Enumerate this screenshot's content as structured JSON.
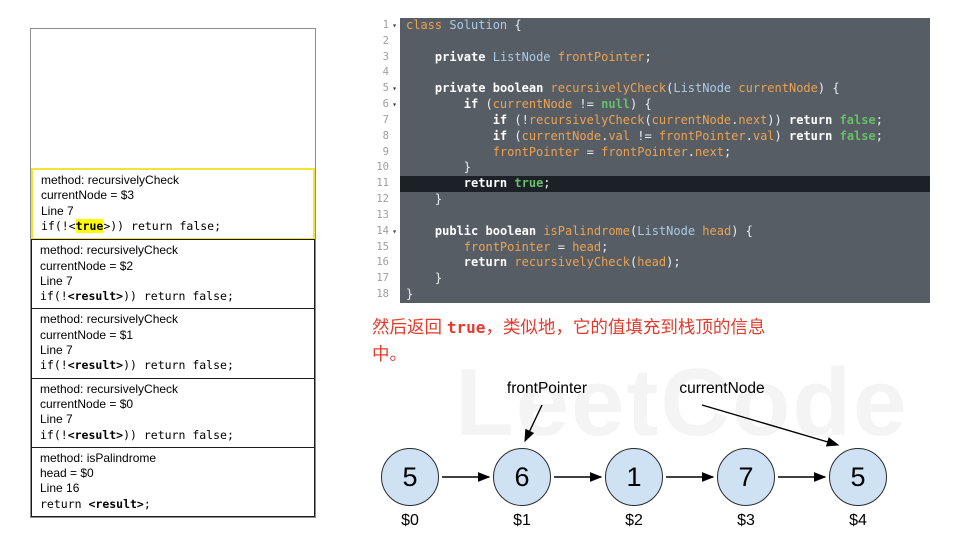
{
  "colors": {
    "editor_background": "#565d64",
    "editor_highlight_line": "#1c2127",
    "active_frame_border": "#f2e336",
    "value_highlight": "#ffff00",
    "caption_red": "#e43b2e",
    "node_fill": "#cfe2f3"
  },
  "stack": {
    "frames": [
      {
        "method": "method: recursivelyCheck",
        "variable": "currentNode = $3",
        "line": "Line 7",
        "code": {
          "pre": "if(!<",
          "mid": "true",
          "post": ">)) return false;"
        }
      },
      {
        "method": "method: recursivelyCheck",
        "variable": "currentNode = $2",
        "line": "Line 7",
        "code": {
          "pre": "if(!",
          "mid": "<result>",
          "post": ")) return false;"
        }
      },
      {
        "method": "method: recursivelyCheck",
        "variable": "currentNode = $1",
        "line": "Line 7",
        "code": {
          "pre": "if(!",
          "mid": "<result>",
          "post": ")) return false;"
        }
      },
      {
        "method": "method: recursivelyCheck",
        "variable": "currentNode = $0",
        "line": "Line 7",
        "code": {
          "pre": "if(!",
          "mid": "<result>",
          "post": ")) return false;"
        }
      },
      {
        "method": "method: isPalindrome",
        "variable": "head = $0",
        "line": "Line 16",
        "code": {
          "pre": "return ",
          "mid": "<result>",
          "post": ";"
        }
      }
    ]
  },
  "editor": {
    "highlight_line": 11,
    "lines": [
      {
        "n": 1,
        "fold": true,
        "tokens": [
          [
            "class",
            "id"
          ],
          [
            " ",
            "pl"
          ],
          [
            "Solution",
            "type"
          ],
          [
            " {",
            "pl"
          ]
        ]
      },
      {
        "n": 2,
        "tokens": []
      },
      {
        "n": 3,
        "tokens": [
          [
            "    ",
            "pl"
          ],
          [
            "private",
            "kw"
          ],
          [
            " ",
            "pl"
          ],
          [
            "ListNode",
            "type"
          ],
          [
            " ",
            "pl"
          ],
          [
            "frontPointer",
            "id"
          ],
          [
            ";",
            "pl"
          ]
        ]
      },
      {
        "n": 4,
        "tokens": []
      },
      {
        "n": 5,
        "fold": true,
        "tokens": [
          [
            "    ",
            "pl"
          ],
          [
            "private",
            "kw"
          ],
          [
            " ",
            "pl"
          ],
          [
            "boolean",
            "kw"
          ],
          [
            " ",
            "pl"
          ],
          [
            "recursivelyCheck",
            "id"
          ],
          [
            "(",
            "pl"
          ],
          [
            "ListNode",
            "type"
          ],
          [
            " ",
            "pl"
          ],
          [
            "currentNode",
            "id"
          ],
          [
            ") {",
            "pl"
          ]
        ]
      },
      {
        "n": 6,
        "fold": true,
        "tokens": [
          [
            "        ",
            "pl"
          ],
          [
            "if",
            "kw"
          ],
          [
            " (",
            "pl"
          ],
          [
            "currentNode",
            "id"
          ],
          [
            " != ",
            "pl"
          ],
          [
            "null",
            "lit"
          ],
          [
            ") {",
            "pl"
          ]
        ]
      },
      {
        "n": 7,
        "tokens": [
          [
            "            ",
            "pl"
          ],
          [
            "if",
            "kw"
          ],
          [
            " (!",
            "pl"
          ],
          [
            "recursivelyCheck",
            "id"
          ],
          [
            "(",
            "pl"
          ],
          [
            "currentNode",
            "id"
          ],
          [
            ".",
            "pl"
          ],
          [
            "next",
            "id"
          ],
          [
            ")) ",
            "pl"
          ],
          [
            "return",
            "kw"
          ],
          [
            " ",
            "pl"
          ],
          [
            "false",
            "lit"
          ],
          [
            ";",
            "pl"
          ]
        ]
      },
      {
        "n": 8,
        "tokens": [
          [
            "            ",
            "pl"
          ],
          [
            "if",
            "kw"
          ],
          [
            " (",
            "pl"
          ],
          [
            "currentNode",
            "id"
          ],
          [
            ".",
            "pl"
          ],
          [
            "val",
            "id"
          ],
          [
            " != ",
            "pl"
          ],
          [
            "frontPointer",
            "id"
          ],
          [
            ".",
            "pl"
          ],
          [
            "val",
            "id"
          ],
          [
            ") ",
            "pl"
          ],
          [
            "return",
            "kw"
          ],
          [
            " ",
            "pl"
          ],
          [
            "false",
            "lit"
          ],
          [
            ";",
            "pl"
          ]
        ]
      },
      {
        "n": 9,
        "tokens": [
          [
            "            ",
            "pl"
          ],
          [
            "frontPointer",
            "id"
          ],
          [
            " = ",
            "pl"
          ],
          [
            "frontPointer",
            "id"
          ],
          [
            ".",
            "pl"
          ],
          [
            "next",
            "id"
          ],
          [
            ";",
            "pl"
          ]
        ]
      },
      {
        "n": 10,
        "tokens": [
          [
            "        }",
            "pl"
          ]
        ]
      },
      {
        "n": 11,
        "tokens": [
          [
            "        ",
            "pl"
          ],
          [
            "return",
            "kw"
          ],
          [
            " ",
            "pl"
          ],
          [
            "true",
            "lit"
          ],
          [
            ";",
            "pl"
          ]
        ]
      },
      {
        "n": 12,
        "tokens": [
          [
            "    }",
            "pl"
          ]
        ]
      },
      {
        "n": 13,
        "tokens": []
      },
      {
        "n": 14,
        "fold": true,
        "tokens": [
          [
            "    ",
            "pl"
          ],
          [
            "public",
            "kw"
          ],
          [
            " ",
            "pl"
          ],
          [
            "boolean",
            "kw"
          ],
          [
            " ",
            "pl"
          ],
          [
            "isPalindrome",
            "id"
          ],
          [
            "(",
            "pl"
          ],
          [
            "ListNode",
            "type"
          ],
          [
            " ",
            "pl"
          ],
          [
            "head",
            "id"
          ],
          [
            ") {",
            "pl"
          ]
        ]
      },
      {
        "n": 15,
        "tokens": [
          [
            "        ",
            "pl"
          ],
          [
            "frontPointer",
            "id"
          ],
          [
            " = ",
            "pl"
          ],
          [
            "head",
            "id"
          ],
          [
            ";",
            "pl"
          ]
        ]
      },
      {
        "n": 16,
        "tokens": [
          [
            "        ",
            "pl"
          ],
          [
            "return",
            "kw"
          ],
          [
            " ",
            "pl"
          ],
          [
            "recursivelyCheck",
            "id"
          ],
          [
            "(",
            "pl"
          ],
          [
            "head",
            "id"
          ],
          [
            ");",
            "pl"
          ]
        ]
      },
      {
        "n": 17,
        "tokens": [
          [
            "    }",
            "pl"
          ]
        ]
      },
      {
        "n": 18,
        "tokens": [
          [
            "}",
            "pl"
          ]
        ]
      }
    ]
  },
  "caption": {
    "pre": "然后返回 ",
    "code": "true",
    "post": "，类似地，它的值填充到栈顶的信息",
    "post2": "中。"
  },
  "diagram": {
    "front_label": "frontPointer",
    "current_label": "currentNode",
    "nodes": [
      {
        "value": "5",
        "label": "$0"
      },
      {
        "value": "6",
        "label": "$1"
      },
      {
        "value": "1",
        "label": "$2"
      },
      {
        "value": "7",
        "label": "$3"
      },
      {
        "value": "5",
        "label": "$4"
      }
    ]
  },
  "watermark": "LeetCode"
}
